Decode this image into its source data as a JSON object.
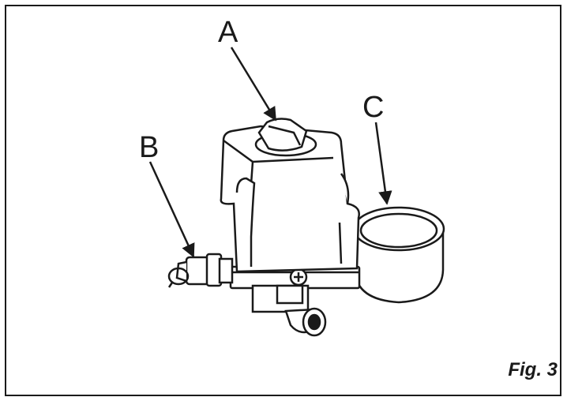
{
  "callouts": {
    "a": "A",
    "b": "B",
    "c": "C"
  },
  "caption": "Fig. 3",
  "colors": {
    "ink": "#1a1a1a",
    "fill": "#ffffff"
  }
}
